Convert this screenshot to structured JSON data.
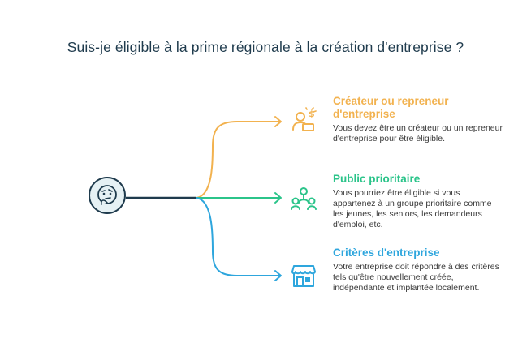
{
  "title": "Suis-je éligible à la prime régionale à la création d'entreprise ?",
  "hub": {
    "icon": "thinking-face-icon"
  },
  "branches": [
    {
      "heading": "Créateur ou repreneur d'entreprise",
      "description": "Vous devez être un créateur ou un repreneur d'entreprise pour être éligible.",
      "color": "#f2b24f",
      "icon": "entrepreneur-icon"
    },
    {
      "heading": "Public prioritaire",
      "description": "Vous pourriez être éligible si vous appartenez à un groupe prioritaire comme les jeunes, les seniors, les demandeurs d'emploi, etc.",
      "color": "#2bc48a",
      "icon": "group-people-icon"
    },
    {
      "heading": "Critères d'entreprise",
      "description": "Votre entreprise doit répondre à des critères tels qu'être nouvellement créée, indépendante et implantée localement.",
      "color": "#2ea6dd",
      "icon": "storefront-icon"
    }
  ]
}
